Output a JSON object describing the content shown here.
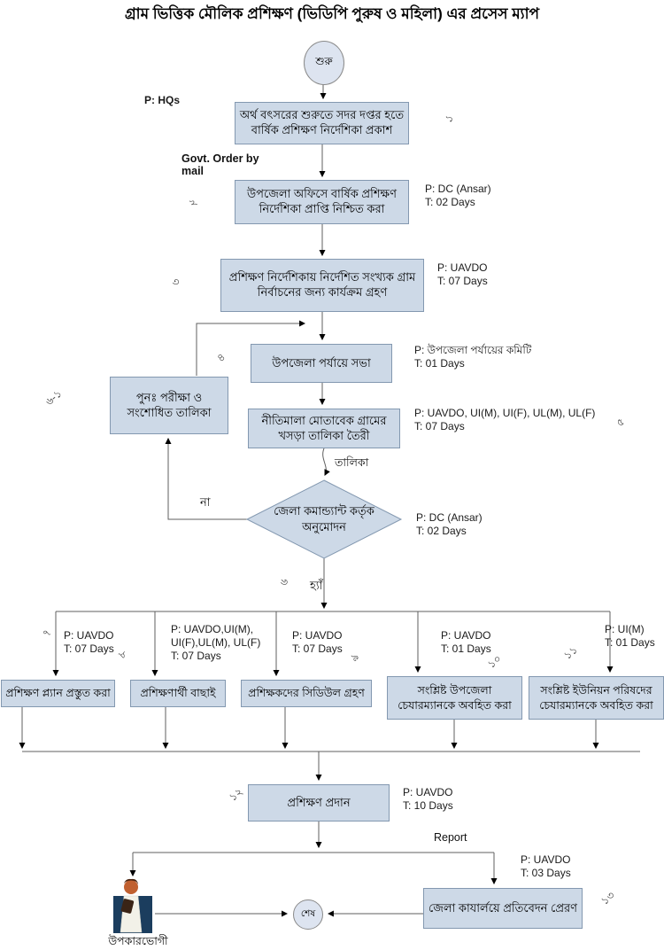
{
  "title": "গ্রাম ভিত্তিক মৌলিক প্রশিক্ষণ (ভিডিপি পুরুষ ও মহিলা) এর প্রসেস ম্যাপ",
  "start_label": "শুরু",
  "end_label": "শেষ",
  "nodes": {
    "n1": {
      "label": "অর্থ বৎসরের শুরুতে সদর দপ্তর হতে বার্ষিক প্রশিক্ষণ নির্দেশিকা প্রকাশ",
      "num": "১"
    },
    "n2": {
      "label": "উপজেলা অফিসে বার্ষিক প্রশিক্ষণ নির্দেশিকা প্রাপ্তি নিশ্চিত করা",
      "num": "২"
    },
    "n3": {
      "label": "প্রশিক্ষণ নির্দেশিকায় নির্দেশিত সংখ্যক গ্রাম নির্বাচনের জন্য কার্যক্রম গ্রহণ",
      "num": "৩"
    },
    "n4": {
      "label": "উপজেলা পর্যায়ে  সভা",
      "num": "৪"
    },
    "n5": {
      "label": "নীতিমালা মোতাবেক গ্রামের খসড়া তালিকা তৈরী",
      "num": "৫"
    },
    "rev": {
      "label": "পুনঃ পরীক্ষা ও সংশোধিত তালিকা",
      "num": "৬-১"
    },
    "decision": {
      "label": "জেলা কমান্ড্যান্ট কর্তৃক অনুমোদন",
      "num": "৬"
    },
    "n7": {
      "label": "প্রশিক্ষণ প্ল্যান প্রস্তুত করা",
      "num": "৭"
    },
    "n8": {
      "label": "প্রশিক্ষণার্থী বাছাই",
      "num": "৮"
    },
    "n9": {
      "label": "প্রশিক্ষকদের সিডিউল গ্রহণ",
      "num": "৯"
    },
    "n10": {
      "label": "সংশ্লিষ্ট উপজেলা চেযারম্যানকে অবহিত করা",
      "num": "১০"
    },
    "n11": {
      "label": "সংশ্লিষ্ট ইউনিয়ন পরিষদের চেযারম্যানকে অবহিত করা",
      "num": "১১"
    },
    "n12": {
      "label": "প্রশিক্ষণ প্রদান",
      "num": "১২"
    },
    "n13": {
      "label": "জেলা কাযার্লয়ে প্রতিবেদন প্রেরণ",
      "num": "১৩"
    }
  },
  "annotations": {
    "a1": {
      "p": "P: HQs",
      "t": ""
    },
    "a2": {
      "p": "P: DC (Ansar)",
      "t": "T: 02 Days"
    },
    "a3": {
      "p": "P: UAVDO",
      "t": "T: 07 Days"
    },
    "a4": {
      "p": "P: উপজেলা পর্যায়ের কমিটি",
      "t": "T: 01 Days"
    },
    "a5": {
      "p": "P: UAVDO, UI(M), UI(F), UL(M), UL(F)",
      "t": "T: 07 Days"
    },
    "a6": {
      "p": "P: DC (Ansar)",
      "t": "T: 02 Days"
    },
    "a7": {
      "p": "P: UAVDO",
      "t": "T: 07 Days"
    },
    "a8": {
      "p": "P:  UAVDO,UI(M), UI(F),UL(M), UL(F)",
      "t": "T: 07 Days"
    },
    "a9": {
      "p": "P: UAVDO",
      "t": "T: 07 Days"
    },
    "a10": {
      "p": "P: UAVDO",
      "t": "T: 01 Days"
    },
    "a11": {
      "p": "P: UI(M)",
      "t": "T: 01 Days"
    },
    "a12": {
      "p": "P: UAVDO",
      "t": "T: 10 Days"
    },
    "a13": {
      "p": "P: UAVDO",
      "t": "T: 03 Days"
    }
  },
  "edge_labels": {
    "govt_order": "Govt. Order by mail",
    "list": "তালিকা",
    "no": "না",
    "yes": "হ্যাঁ",
    "report": "Report",
    "beneficiary": "উপকারভোগী"
  },
  "colors": {
    "node_fill": "#cdd9e7",
    "node_border": "#8398b0",
    "terminator_fill": "#dde4f0",
    "line": "#5f5f5f",
    "person_navy": "#1b3d5e",
    "person_skin": "#c06030"
  }
}
